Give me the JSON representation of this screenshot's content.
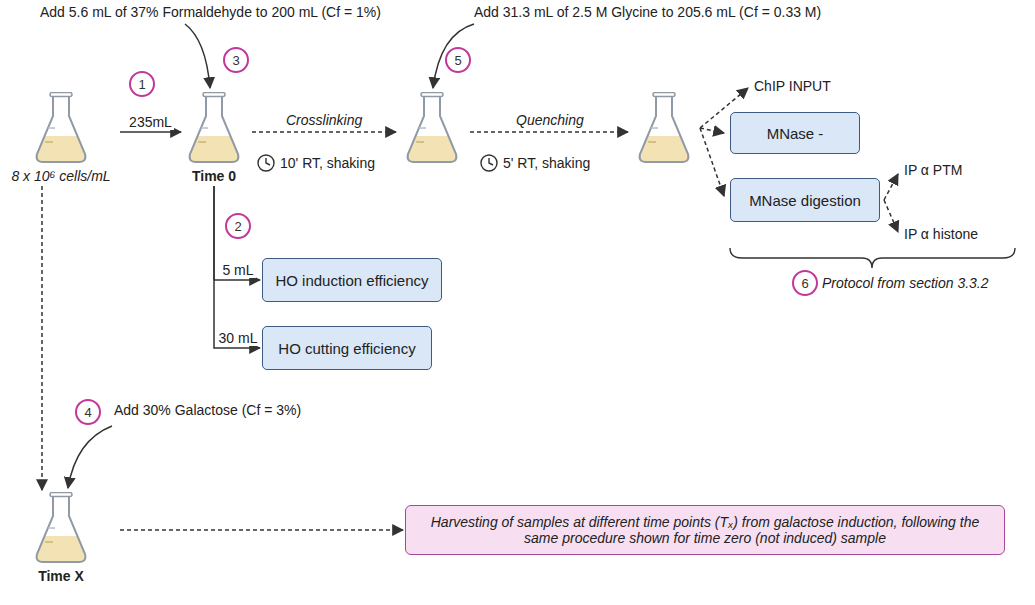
{
  "diagram": {
    "nodes": [
      {
        "text": [
          "8 x 10⁶ cells/mL"
        ]
      },
      {
        "text": [
          "Time 0"
        ]
      },
      {
        "text": [
          "HO induction efficiency"
        ]
      },
      {
        "text": [
          "HO cutting efficiency"
        ]
      },
      {
        "text": [
          "MNase -"
        ]
      },
      {
        "text": [
          "MNase digestion"
        ]
      },
      {
        "text": [
          "Time X"
        ]
      },
      {
        "text": [
          "Harvesting of samples at different time points (Tₓ) from galactose induction, following the same procedure shown for time zero (not induced) sample"
        ]
      }
    ],
    "edges": [
      {
        "from": 0,
        "to": 1,
        "arrow": "to",
        "label": "235mL"
      },
      {
        "from": 1,
        "to": 2,
        "arrow": "to",
        "label": "5 mL"
      },
      {
        "from": 1,
        "to": 3,
        "arrow": "to",
        "label": "30 mL"
      },
      {
        "from": 0,
        "to": 6,
        "arrow": "to"
      },
      {
        "from": 6,
        "to": 7,
        "arrow": "to"
      }
    ],
    "labels": [
      "Add 5.6 mL of 37% Formaldehyde to 200 mL (Cf = 1%)",
      "3",
      "Add 31.3 mL of 2.5 M Glycine to 205.6 mL (Cf = 0.33 M)",
      "5",
      "1",
      "Crosslinking",
      "10' RT, shaking",
      "Quenching",
      "5' RT, shaking",
      "ChIP INPUT",
      "IP α PTM",
      "IP α histone",
      "6",
      "Protocol from section 3.3.2",
      "2",
      "4",
      "Add 30% Galactose (Cf = 3%)"
    ]
  }
}
